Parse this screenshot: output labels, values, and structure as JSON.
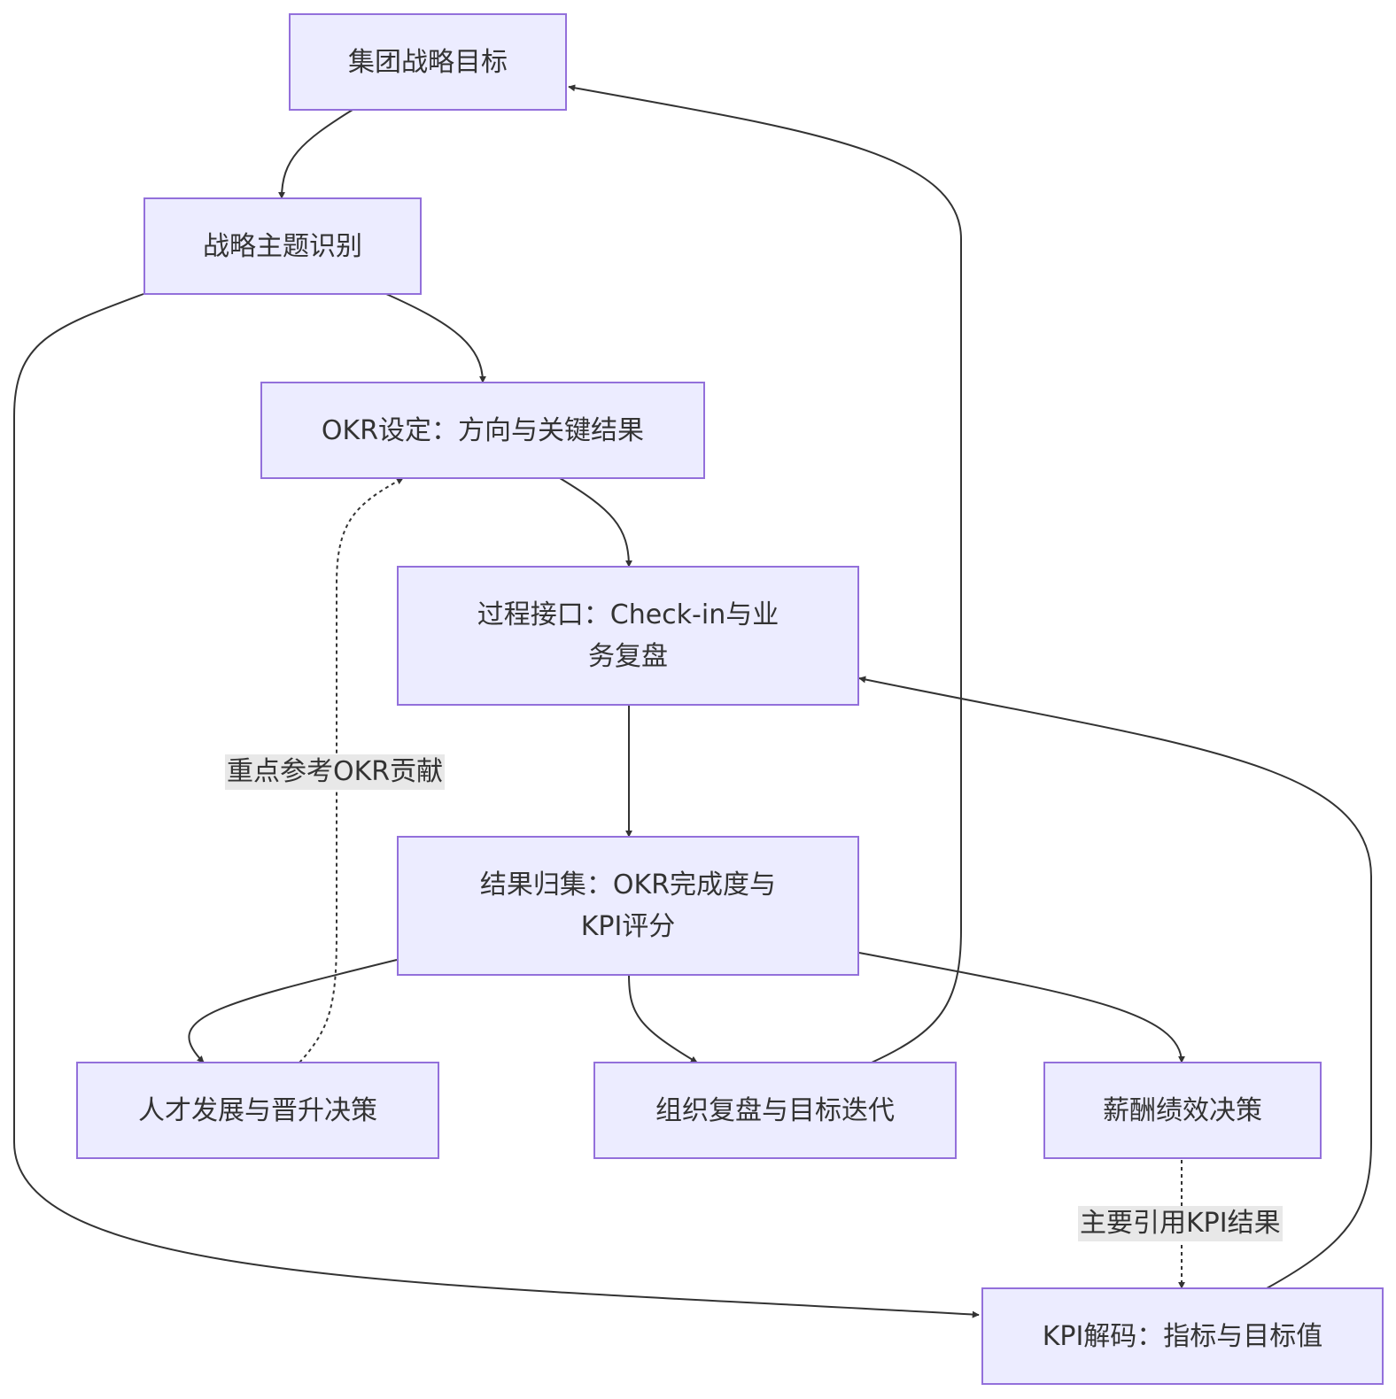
{
  "nodes": {
    "strategic_goal": "集团战略目标",
    "theme_identification": "战略主题识别",
    "okr_setting": "OKR设定：方向与关键结果",
    "process_interface": "过程接口：Check-in与业务复盘",
    "result_aggregation": "结果归集：OKR完成度与KPI评分",
    "talent_decision": "人才发展与晋升决策",
    "org_review": "组织复盘与目标迭代",
    "compensation_decision": "薪酬绩效决策",
    "kpi_decode": "KPI解码：指标与目标值"
  },
  "edge_labels": {
    "talent_to_okr": "重点参考OKR贡献",
    "compensation_to_kpi": "主要引用KPI结果"
  },
  "colors": {
    "node_fill": "#ececff",
    "node_border": "#9370db",
    "edge": "#333333",
    "label_bg": "#e8e8e8"
  }
}
